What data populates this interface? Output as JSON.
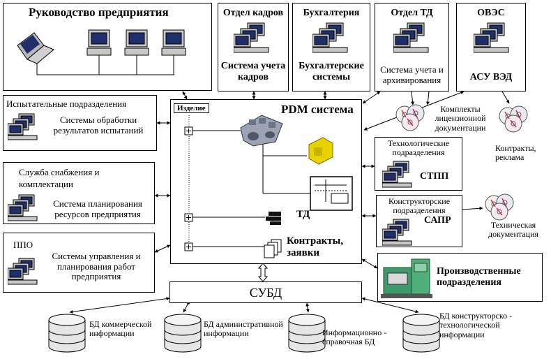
{
  "management": {
    "title": "Руководство предприятия"
  },
  "hr": {
    "title": "Отдел кадров",
    "system": "Система учета кадров"
  },
  "accounting": {
    "title": "Бухгалтерия",
    "system": "Бухгалтерские системы"
  },
  "td_dept": {
    "title": "Отдел ТД",
    "system": "Система учета и архивирования"
  },
  "foreign": {
    "title": "ОВЭС",
    "system": "АСУ ВЭД"
  },
  "testing": {
    "title": "Испытательные  подразделения",
    "system": "Системы обработки результатов испытаний"
  },
  "supply": {
    "title": "Служба снабжения и комплектации",
    "system": "Система планирования ресурсов предприятия"
  },
  "ppo": {
    "title": "ППО",
    "system": "Системы управления и планирования работ предприятия"
  },
  "pdm": {
    "title": "PDM система",
    "tree_root": "Изделие",
    "td": "ТД",
    "contracts": "Контракты, заявки"
  },
  "tech": {
    "title": "Технологические подразделения",
    "system": "СТПП"
  },
  "design": {
    "title": "Конструкторские подразделения",
    "system": "САПР"
  },
  "production": {
    "title": "Производственные подразделения"
  },
  "subd": {
    "label": "СУБД"
  },
  "docs": {
    "license": "Комплекты лицензионной документации",
    "contracts": "Контракты, реклама",
    "technical": "Техническая документация"
  },
  "databases": [
    {
      "label": "БД коммерческой информации"
    },
    {
      "label": "БД административной информации"
    },
    {
      "label": "Информационно - справочная БД"
    },
    {
      "label": "БД конструкторско - технологической информации"
    }
  ]
}
